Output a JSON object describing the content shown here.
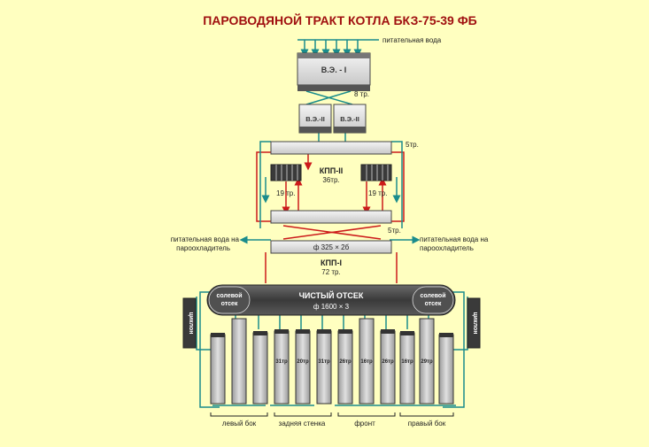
{
  "title": "ПАРОВОДЯНОЙ ТРАКТ КОТЛА БКЗ-75-39 ФБ",
  "labels": {
    "feedwater": "питательная вода",
    "ve1": "В.Э. - I",
    "ve2_left": "В.Э.-II",
    "ve2_right": "В.Э.-II",
    "pipes_8": "8 тр.",
    "pipes_5_top": "5тр.",
    "kpp2": "КПП-II",
    "kpp2_pipes": "36тр.",
    "pipes_19_left": "19 тр.",
    "pipes_19_right": "19 тр.",
    "pipes_5_bottom": "5тр.",
    "desuperheater_left_1": "питательная вода на",
    "desuperheater_left_2": "пароохладитель",
    "desuperheater_right_1": "питательная вода на",
    "desuperheater_right_2": "пароохладитель",
    "collector": "ф 325 × 2б",
    "kpp1": "КПП-I",
    "kpp1_pipes": "72 тр.",
    "salt_left_1": "солевой",
    "salt_left_2": "отсек",
    "clean": "ЧИСТЫЙ ОТСЕК",
    "drum_dim": "ф 1600 × 3",
    "salt_right_1": "солевой",
    "salt_right_2": "отсек",
    "cyclon_left": "циклон",
    "cyclon_right": "циклон",
    "panel_labels": [
      "31тр",
      "20тр",
      "31тр",
      "26тр",
      "16тр",
      "26тр",
      "16тр",
      "29тр"
    ],
    "group_left": "левый бок",
    "group_back": "задняя стенка",
    "group_front": "фронт",
    "group_right": "правый бок"
  },
  "colors": {
    "background": "#ffffc0",
    "water": "#1a8c8c",
    "steam": "#cc1a1a",
    "box_fill": "#e8e8e8",
    "box_dark": "#555555",
    "drum": "#4a4a4a",
    "title": "#a01010"
  }
}
